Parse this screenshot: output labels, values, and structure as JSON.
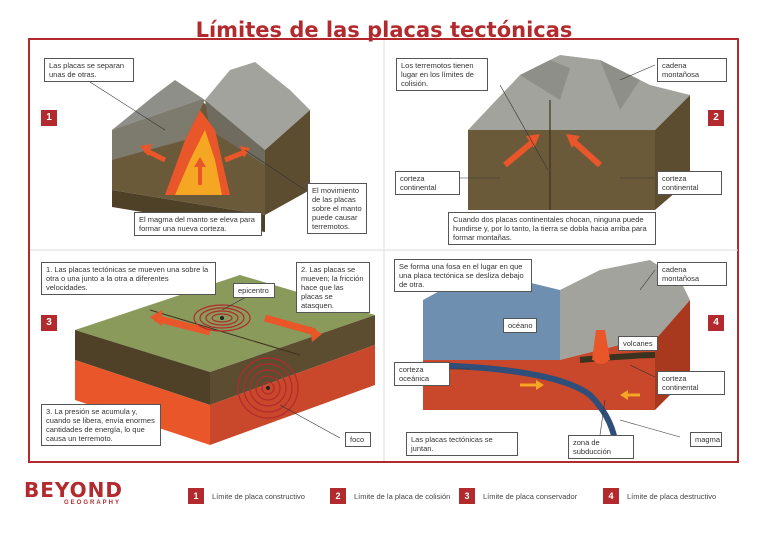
{
  "title": "Límites de las placas tectónicas",
  "panels": {
    "p1": {
      "number": "1",
      "label_top": "Las placas se separan unas de otras.",
      "label_bottom": "El magma del manto se eleva para formar una nueva corteza.",
      "label_right": "El movimiento de las placas sobre el manto puede causar terremotos."
    },
    "p2": {
      "number": "2",
      "label_top": "Los terremotos tienen lugar en los límites de colisión.",
      "label_range": "cadena montañosa",
      "label_left": "corteza continental",
      "label_right": "corteza continental",
      "label_bottom": "Cuando dos placas continentales chocan, ninguna puede hundirse y, por lo tanto, la tierra se dobla hacia arriba para formar montañas."
    },
    "p3": {
      "number": "3",
      "label_top_left": "1. Las placas tectónicas se mueven una sobre la otra o una junto a la otra a diferentes velocidades.",
      "label_top_right": "2. Las placas se mueven; la fricción hace que las placas se atasquen.",
      "label_epicentre": "epicentro",
      "label_bottom_left": "3. La presión se acumula y, cuando se libera, envía enormes cantidades de energía, lo que causa un terremoto.",
      "label_focus": "foco"
    },
    "p4": {
      "number": "4",
      "label_top": "Se forma una fosa en el lugar en que una placa tectónica se desliza debajo de otra.",
      "label_range": "cadena montañosa",
      "label_ocean": "océano",
      "label_volcanoes": "volcanes",
      "label_oceanic": "corteza oceánica",
      "label_continental": "corteza continental",
      "label_join": "Las placas tectónicas se juntan.",
      "label_subduction": "zona de subducción",
      "label_magma": "magma"
    }
  },
  "legend": [
    {
      "number": "1",
      "text": "Límite de placa constructivo"
    },
    {
      "number": "2",
      "text": "Límite de la placa de colisión"
    },
    {
      "number": "3",
      "text": "Límite de placa conservador"
    },
    {
      "number": "4",
      "text": "Límite de placa destructivo"
    }
  ],
  "logo": {
    "word": "BEYOND",
    "sub": "GEOGRAPHY"
  },
  "colors": {
    "accent": "#b22a2e",
    "grass": "#8a9a5b",
    "soil": "#6b5a3a",
    "rock": "#9a9a94",
    "magma": "#e8562a",
    "ocean": "#6f8fb0"
  }
}
